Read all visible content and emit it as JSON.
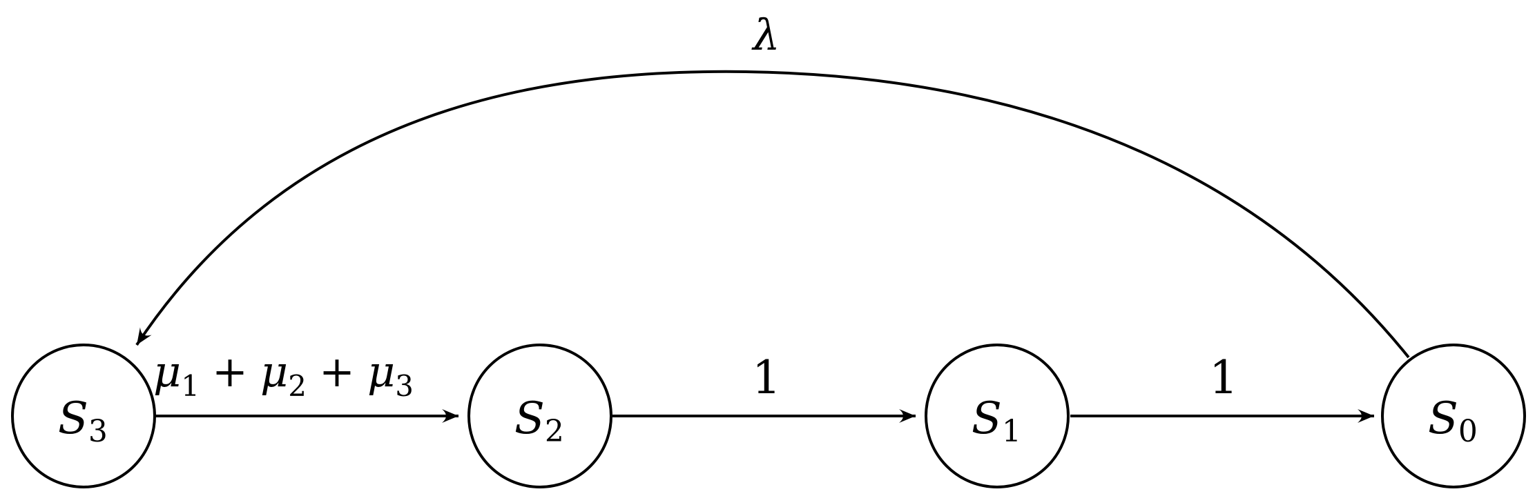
{
  "diagram": {
    "nodes": [
      {
        "id": "s3",
        "label": "S",
        "sub": "3"
      },
      {
        "id": "s2",
        "label": "S",
        "sub": "2"
      },
      {
        "id": "s1",
        "label": "S",
        "sub": "1"
      },
      {
        "id": "s0",
        "label": "S",
        "sub": "0"
      }
    ],
    "edges": {
      "s3_s2": {
        "from": "S3",
        "to": "S2",
        "label": "μ₁ + μ₂ + μ₃",
        "terms": [
          "μ",
          "μ",
          "μ"
        ],
        "subs": [
          "1",
          "2",
          "3"
        ],
        "op": "+"
      },
      "s2_s1": {
        "from": "S2",
        "to": "S1",
        "label": "1"
      },
      "s1_s0": {
        "from": "S1",
        "to": "S0",
        "label": "1"
      },
      "s0_s3": {
        "from": "S0",
        "to": "S3",
        "label": "λ"
      }
    },
    "colors": {
      "stroke": "#000000",
      "background": "#ffffff"
    }
  }
}
